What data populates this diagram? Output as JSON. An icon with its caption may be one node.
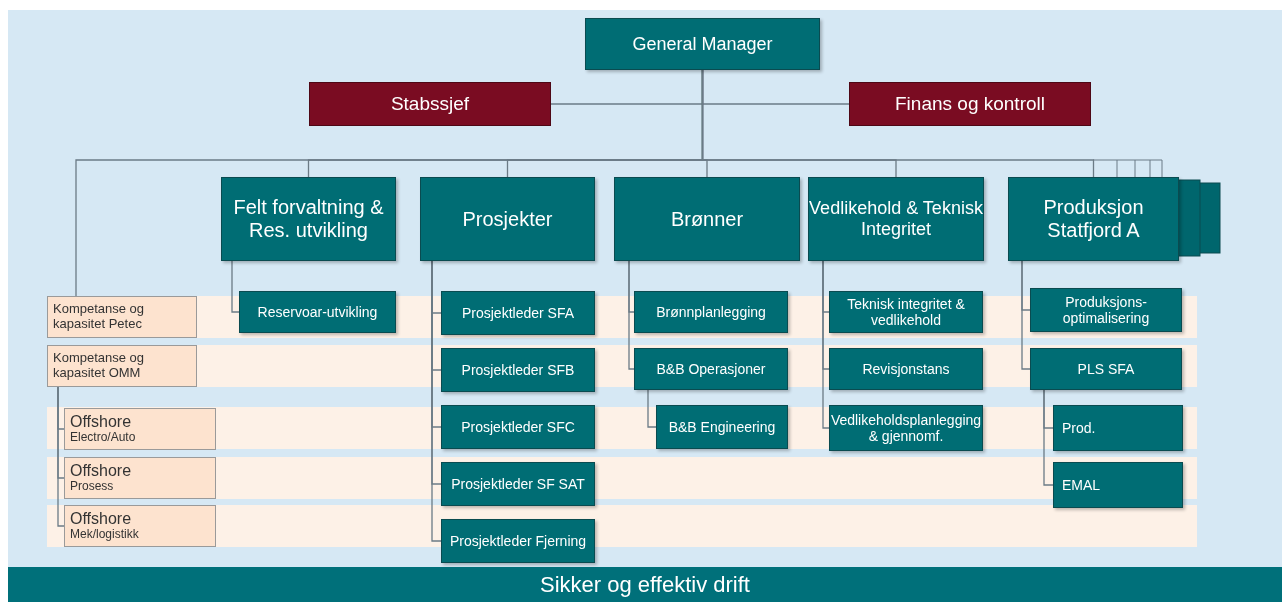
{
  "diagram": {
    "caption": "Sikker og effektiv drift",
    "nodes": [
      {
        "text": [
          "General Manager"
        ]
      },
      {
        "text": [
          "Stabssjef"
        ]
      },
      {
        "text": [
          "Finans og kontroll"
        ]
      },
      {
        "text": [
          "Felt forvaltning & Res. utvikling"
        ]
      },
      {
        "text": [
          "Prosjekter"
        ]
      },
      {
        "text": [
          "Brønner"
        ]
      },
      {
        "text": [
          "Vedlikehold & Teknisk Integritet"
        ]
      },
      {
        "text": [
          "Produksjon Statfjord A"
        ]
      },
      {
        "text": [
          "Kompetanse og kapasitet Petec"
        ]
      },
      {
        "text": [
          "Reservoar-utvikling"
        ]
      },
      {
        "text": [
          "Prosjektleder SFA"
        ]
      },
      {
        "text": [
          "Brønnplanlegging"
        ]
      },
      {
        "text": [
          "Teknisk integritet & vedlikehold"
        ]
      },
      {
        "text": [
          "Produksjons-optimalisering"
        ]
      },
      {
        "text": [
          "Kompetanse og kapasitet OMM"
        ]
      },
      {
        "text": [
          "Prosjektleder SFB"
        ]
      },
      {
        "text": [
          "B&B Operasjoner"
        ]
      },
      {
        "text": [
          "Revisjonstans"
        ]
      },
      {
        "text": [
          "PLS SFA"
        ]
      },
      {
        "text": [
          "Offshore",
          "Electro/Auto"
        ]
      },
      {
        "text": [
          "Prosjektleder SFC"
        ]
      },
      {
        "text": [
          "B&B Engineering"
        ]
      },
      {
        "text": [
          "Vedlikeholdsplanlegging & gjennomf."
        ]
      },
      {
        "text": [
          "Prod."
        ]
      },
      {
        "text": [
          "Offshore",
          "Prosess"
        ]
      },
      {
        "text": [
          "Prosjektleder SF SAT"
        ]
      },
      {
        "text": [
          "EMAL"
        ]
      },
      {
        "text": [
          "Offshore",
          "Mek/logistikk"
        ]
      },
      {
        "text": [
          "Prosjektleder Fjerning"
        ]
      }
    ],
    "edges": [
      {
        "from": 0,
        "to": 1,
        "arrow": "none"
      },
      {
        "from": 0,
        "to": 2,
        "arrow": "none"
      },
      {
        "from": 0,
        "to": 3,
        "arrow": "none"
      },
      {
        "from": 0,
        "to": 4,
        "arrow": "none"
      },
      {
        "from": 0,
        "to": 5,
        "arrow": "none"
      },
      {
        "from": 0,
        "to": 6,
        "arrow": "none"
      },
      {
        "from": 0,
        "to": 7,
        "arrow": "none"
      },
      {
        "from": 0,
        "to": 8,
        "arrow": "none"
      },
      {
        "from": 3,
        "to": 9,
        "arrow": "none"
      },
      {
        "from": 4,
        "to": 10,
        "arrow": "none"
      },
      {
        "from": 4,
        "to": 15,
        "arrow": "none"
      },
      {
        "from": 4,
        "to": 20,
        "arrow": "none"
      },
      {
        "from": 4,
        "to": 25,
        "arrow": "none"
      },
      {
        "from": 4,
        "to": 28,
        "arrow": "none"
      },
      {
        "from": 5,
        "to": 11,
        "arrow": "none"
      },
      {
        "from": 5,
        "to": 16,
        "arrow": "none"
      },
      {
        "from": 16,
        "to": 21,
        "arrow": "none"
      },
      {
        "from": 6,
        "to": 12,
        "arrow": "none"
      },
      {
        "from": 6,
        "to": 17,
        "arrow": "none"
      },
      {
        "from": 6,
        "to": 22,
        "arrow": "none"
      },
      {
        "from": 7,
        "to": 13,
        "arrow": "none"
      },
      {
        "from": 7,
        "to": 18,
        "arrow": "none"
      },
      {
        "from": 18,
        "to": 23,
        "arrow": "none"
      },
      {
        "from": 18,
        "to": 26,
        "arrow": "none"
      },
      {
        "from": 14,
        "to": 19,
        "arrow": "none"
      },
      {
        "from": 14,
        "to": 24,
        "arrow": "none"
      },
      {
        "from": 14,
        "to": 27,
        "arrow": "none"
      }
    ]
  }
}
